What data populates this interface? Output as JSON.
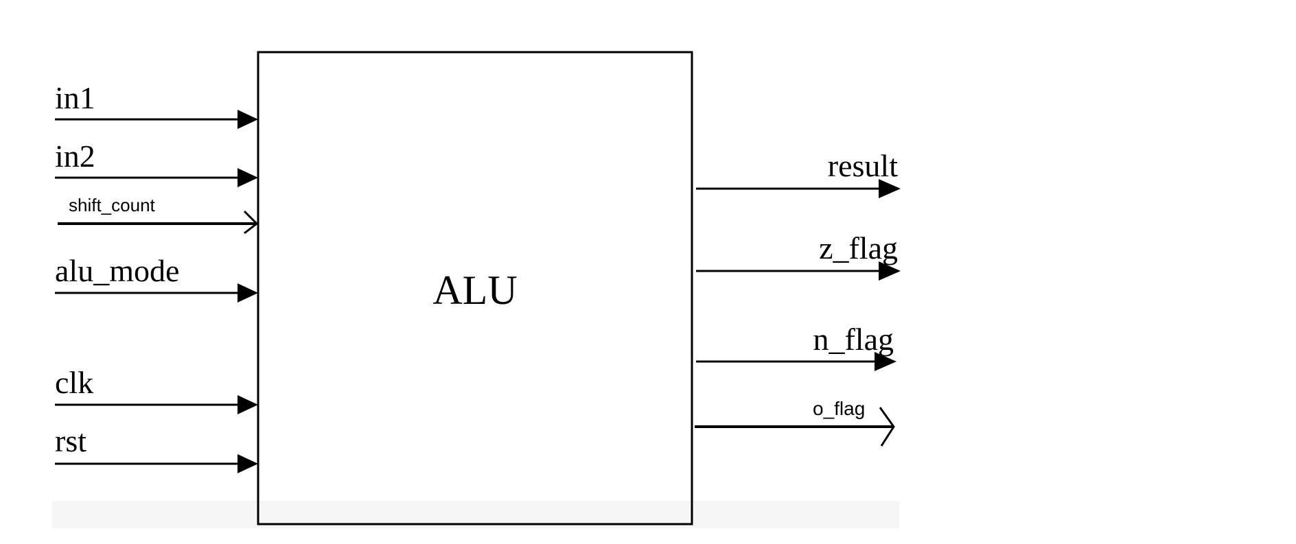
{
  "block": {
    "title": "ALU"
  },
  "inputs": [
    {
      "id": "in1",
      "label": "in1"
    },
    {
      "id": "in2",
      "label": "in2"
    },
    {
      "id": "shift-count",
      "label": "shift_count"
    },
    {
      "id": "alu-mode",
      "label": "alu_mode"
    },
    {
      "id": "clk",
      "label": "clk"
    },
    {
      "id": "rst",
      "label": "rst"
    }
  ],
  "outputs": [
    {
      "id": "result",
      "label": "result"
    },
    {
      "id": "z-flag",
      "label": "z_flag"
    },
    {
      "id": "n-flag",
      "label": "n_flag"
    },
    {
      "id": "o-flag",
      "label": "o_flag"
    }
  ],
  "colors": {
    "stroke": "#000000",
    "background_panel": "#f7f7f7"
  }
}
